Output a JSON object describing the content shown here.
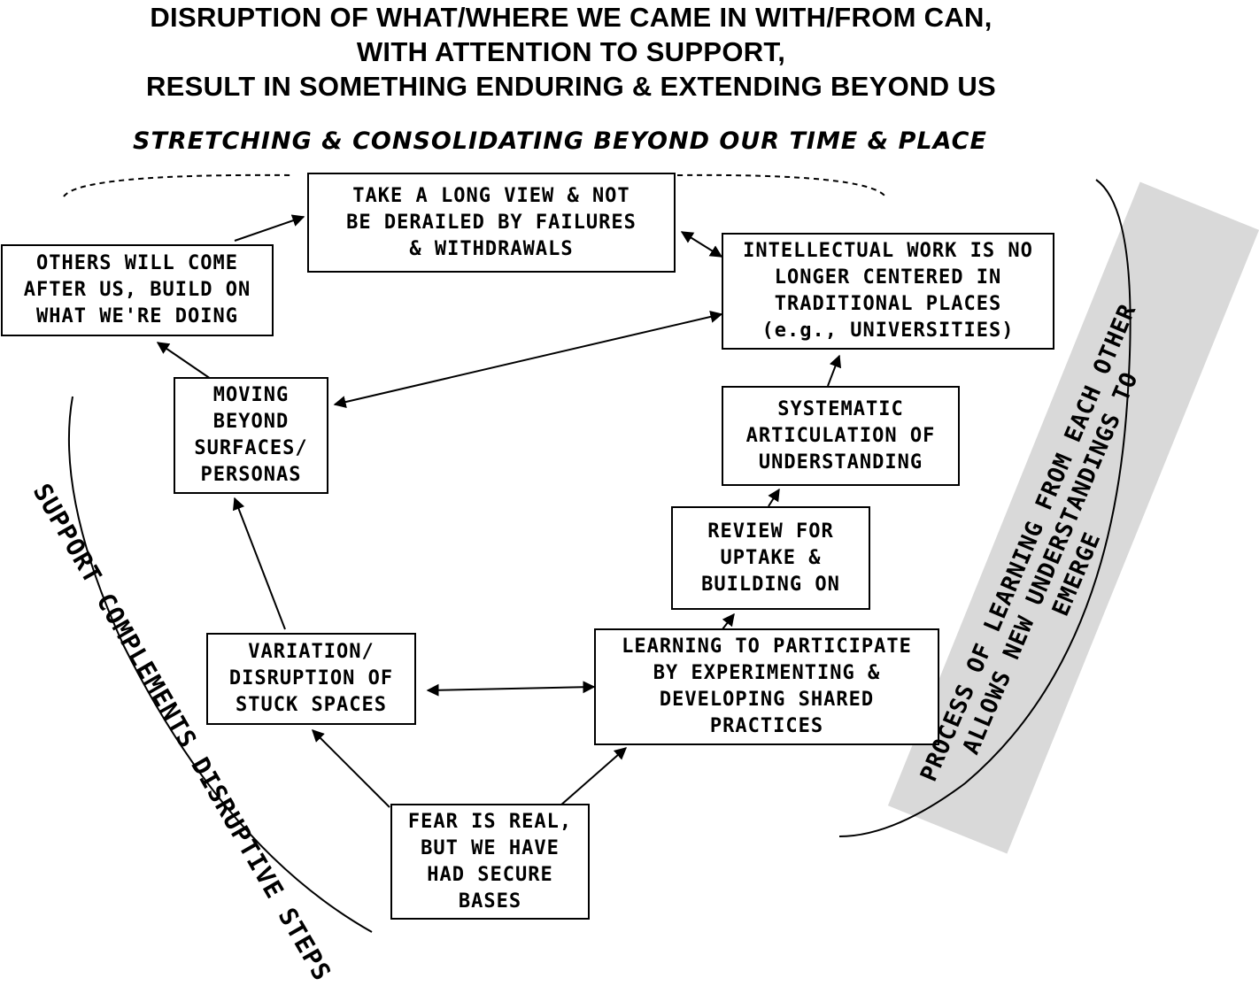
{
  "title": {
    "line1": "DISRUPTION OF WHAT/WHERE WE CAME IN WITH/FROM CAN,",
    "line2": "WITH ATTENTION TO SUPPORT,",
    "line3": "RESULT IN SOMETHING ENDURING & EXTENDING BEYOND US"
  },
  "subtitle": "STRETCHING & CONSOLIDATING BEYOND OUR TIME & PLACE",
  "boxes": {
    "long_view": "TAKE A LONG VIEW & NOT\nBE DERAILED BY FAILURES\n& WITHDRAWALS",
    "others": "OTHERS WILL COME\nAFTER US, BUILD ON\nWHAT WE'RE DOING",
    "intellectual": "INTELLECTUAL WORK IS NO\nLONGER CENTERED IN\nTRADITIONAL PLACES\n(e.g., UNIVERSITIES)",
    "moving": "MOVING\nBEYOND\nSURFACES/\nPERSONAS",
    "systematic": "SYSTEMATIC\nARTICULATION OF\nUNDERSTANDING",
    "review": "REVIEW FOR\nUPTAKE &\nBUILDING ON",
    "variation": "VARIATION/\nDISRUPTION OF\nSTUCK SPACES",
    "learning": "LEARNING TO PARTICIPATE\nBY EXPERIMENTING &\nDEVELOPING SHARED\nPRACTICES",
    "fear": "FEAR IS REAL,\nBUT WE HAVE\nHAD SECURE\nBASES"
  },
  "side_labels": {
    "left": "SUPPORT COMPLEMENTS DISRUPTIVE STEPS",
    "right_line1": "PROCESS OF LEARNING FROM EACH OTHER",
    "right_line2": "ALLOWS NEW UNDERSTANDINGS TO",
    "right_line3": "EMERGE"
  }
}
